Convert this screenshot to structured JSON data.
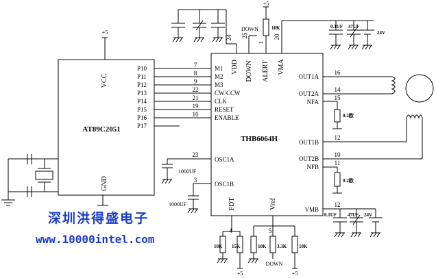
{
  "mcu": {
    "name": "AT89C2051",
    "vcc_label": "VCC",
    "gnd_label": "GND",
    "supply": "+5",
    "pins": [
      "P10",
      "P11",
      "P12",
      "P13",
      "P14",
      "P15",
      "P16",
      "P17"
    ]
  },
  "driver": {
    "name": "THB6064H",
    "top_labels": [
      "VDD",
      "DOWN",
      "ALERT",
      "VMA"
    ],
    "top_pin_numbers": [
      "24",
      "25",
      "1",
      "20"
    ],
    "left_labels": [
      "M1",
      "M2",
      "M3",
      "CW/CCW",
      "CLK",
      "RESET",
      "ENABLE"
    ],
    "left_pin_numbers": [
      "7",
      "8",
      "9",
      "22",
      "21",
      "19",
      "10"
    ],
    "osc_labels": [
      "OSC1A",
      "OSC1B"
    ],
    "osc_pin_numbers": [
      "23",
      "3"
    ],
    "right_labels": [
      "OUT1A",
      "OUT2A",
      "NFA",
      "OUT1B",
      "OUT2B",
      "NFB",
      "VMB"
    ],
    "right_pin_numbers": [
      "16",
      "14",
      "15",
      "12",
      "10",
      "11",
      "12"
    ],
    "bottom_labels": [
      "FDT",
      "Vref"
    ],
    "bottom_pin_numbers": [
      "4",
      "5"
    ]
  },
  "components": {
    "cap_1000uf": "1000UF",
    "cap_01uf": "0.1UF",
    "cap_47uf": "47UF",
    "supply_24v": "24V",
    "sense_res": "0.2欧",
    "res_10k": "10K",
    "res_15k": "15K",
    "res_33k": "3.3K",
    "res_10k_top": "10K",
    "down_label": "DOWN",
    "down_top_label": "DOWN",
    "plus5": "+5"
  },
  "watermark": {
    "company": "深圳洪得盛电子",
    "url": "www.10000intel.com"
  }
}
